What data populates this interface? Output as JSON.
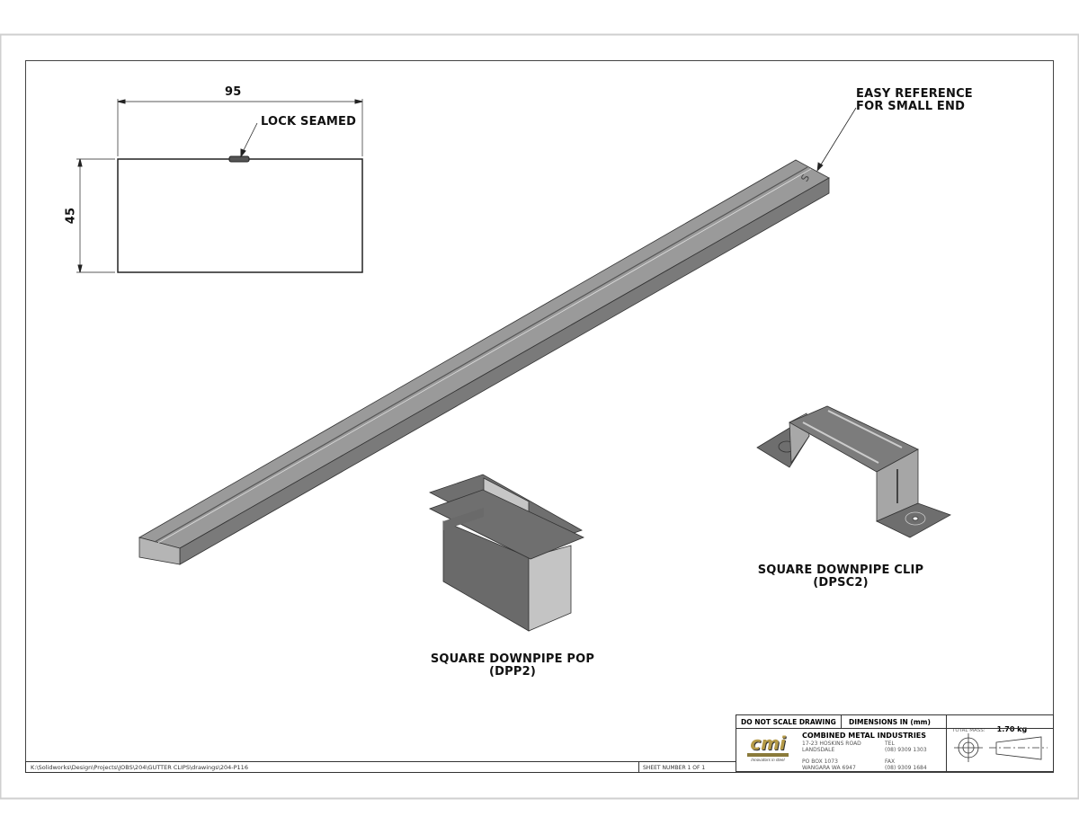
{
  "profile_view": {
    "width_dimension": "95",
    "height_dimension": "45",
    "callout": "LOCK SEAMED"
  },
  "pipe_note": {
    "line1": "EASY REFERENCE",
    "line2": "FOR SMALL END",
    "end_mark": "S"
  },
  "parts": [
    {
      "name": "SQUARE DOWNPIPE POP",
      "code": "(DPP2)"
    },
    {
      "name": "SQUARE DOWNPIPE CLIP",
      "code": "(DPSC2)"
    }
  ],
  "title_block": {
    "do_not_scale": "DO NOT SCALE DRAWING",
    "dimensions": "DIMENSIONS IN (mm)",
    "total_mass_label": "TOTAL MASS:",
    "total_mass": "1.70 kg",
    "company": "COMBINED METAL INDUSTRIES",
    "address1": "17-23 HOSKINS ROAD",
    "address2": "LANDSDALE",
    "tel_label": "TEL",
    "tel": "(08) 9309 1303",
    "po1": "PO BOX 1073",
    "po2": "WANGARA WA 6947",
    "fax_label": "FAX",
    "fax": "(08) 9309 1684",
    "logo_text": "cmi",
    "logo_tagline": "Innovators in steel",
    "file_path": "K:\\Solidworks\\Design\\Projects\\JOBS\\204\\GUTTER CLIPS\\drawings\\204-P116",
    "sheet": "SHEET NUMBER 1 OF 1"
  },
  "colors": {
    "dark_face": "#6a6a6a",
    "mid_face": "#8a8a8a",
    "light_face": "#bdbdbd",
    "line": "#222222"
  }
}
